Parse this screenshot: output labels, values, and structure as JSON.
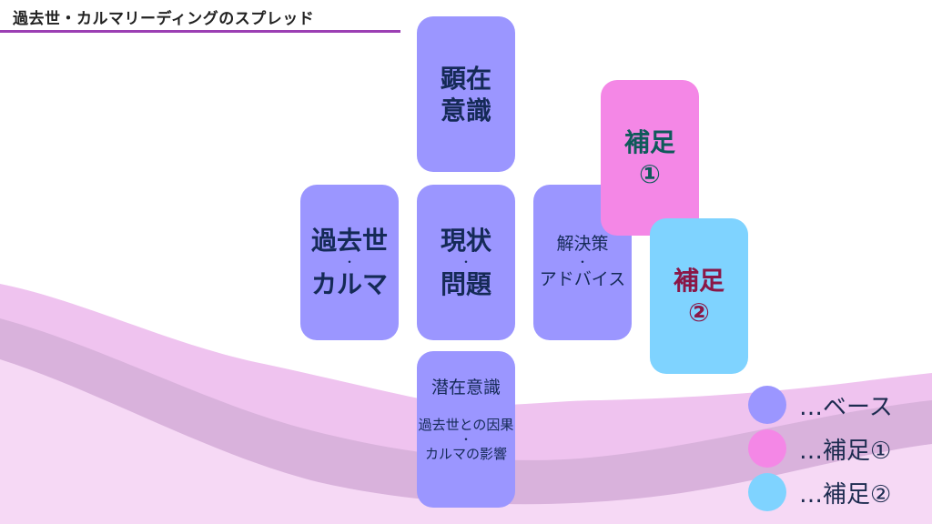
{
  "title": "過去世・カルマリーディングのスプレッド",
  "colors": {
    "base": "#9b96ff",
    "supplement1": "#f487e6",
    "supplement2": "#7fd3ff",
    "accent": "#9b3fb3"
  },
  "cards": {
    "conscious": {
      "line1": "顕在",
      "line2": "意識"
    },
    "past_life": {
      "line1": "過去世",
      "dot": "・",
      "line2": "カルマ"
    },
    "present": {
      "line1": "現状",
      "dot": "・",
      "line2": "問題"
    },
    "solution": {
      "line1": "解決策",
      "dot": "・",
      "line2": "アドバイス"
    },
    "supplement1": {
      "line1": "補足",
      "line2": "①"
    },
    "supplement2": {
      "line1": "補足",
      "line2": "②"
    },
    "subconscious": {
      "heading": "潜在意識",
      "line1": "過去世との因果",
      "dot": "・",
      "line2": "カルマの影響"
    }
  },
  "legend": [
    {
      "label": "…ベース",
      "color": "#9b96ff"
    },
    {
      "label": "…補足①",
      "color": "#f487e6"
    },
    {
      "label": "…補足②",
      "color": "#7fd3ff"
    }
  ]
}
